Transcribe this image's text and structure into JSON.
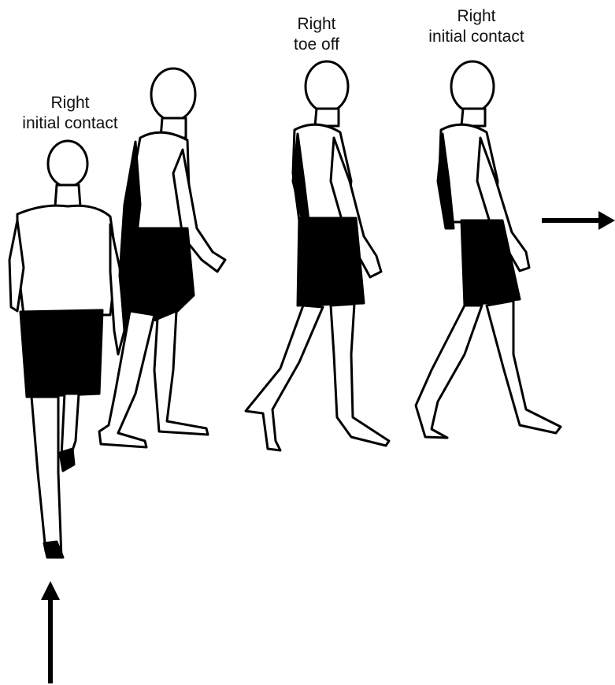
{
  "labels": {
    "front_view": {
      "line1": "Right",
      "line2": "initial contact"
    },
    "toe_off": {
      "line1": "Right",
      "line2": "toe off"
    },
    "side_contact": {
      "line1": "Right",
      "line2": "initial contact"
    }
  },
  "colors": {
    "ink": "#000000",
    "skin_fill": "#ffffff",
    "shorts": "#000000",
    "background": "#ffffff"
  },
  "icons": {
    "walk_direction_up": "arrow-up-icon",
    "walk_direction_right": "arrow-right-icon"
  }
}
